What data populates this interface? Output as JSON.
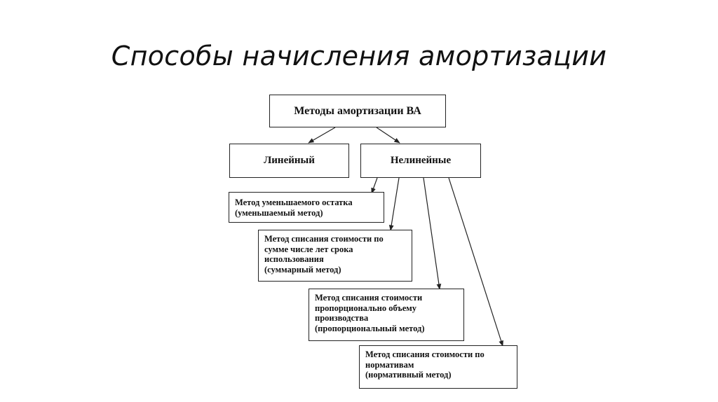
{
  "slide": {
    "title": "Способы начисления амортизации"
  },
  "diagram": {
    "root": "Методы амортизации ВА",
    "linear": "Линейный",
    "nonlinear": "Нелинейные",
    "methods": [
      [
        "Метод уменьшаемого остатка",
        "(уменьшаемый метод)"
      ],
      [
        "Метод списания стоимости по",
        "сумме числе лет срока",
        "использования",
        "(суммарный метод)"
      ],
      [
        "Метод списания стоимости",
        "пропорционально объему",
        "производства",
        "(пропорциональный метод)"
      ],
      [
        "Метод списания стоимости по",
        "нормативам",
        "(нормативный метод)"
      ]
    ]
  }
}
